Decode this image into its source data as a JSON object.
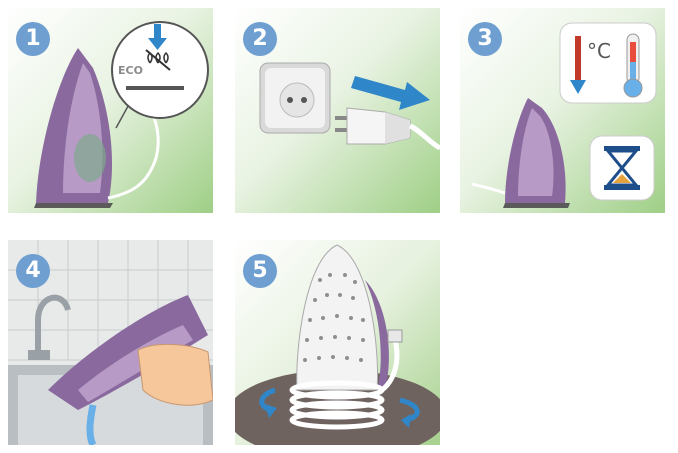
{
  "steps": [
    {
      "number": "1",
      "zoom_label": "ECO"
    },
    {
      "number": "2"
    },
    {
      "number": "3",
      "temp_unit": "°C"
    },
    {
      "number": "4"
    },
    {
      "number": "5"
    }
  ],
  "colors": {
    "badge": "#6e9fd0",
    "iron_purple": "#8a6a9e",
    "arrow_blue": "#2f86c8",
    "panel_green": "#9fcf86"
  },
  "icons": [
    "down-arrow-icon",
    "steam-off-icon",
    "plug-out-arrow-icon",
    "thermometer-icon",
    "hourglass-icon",
    "rotate-left-icon",
    "rotate-right-icon"
  ]
}
